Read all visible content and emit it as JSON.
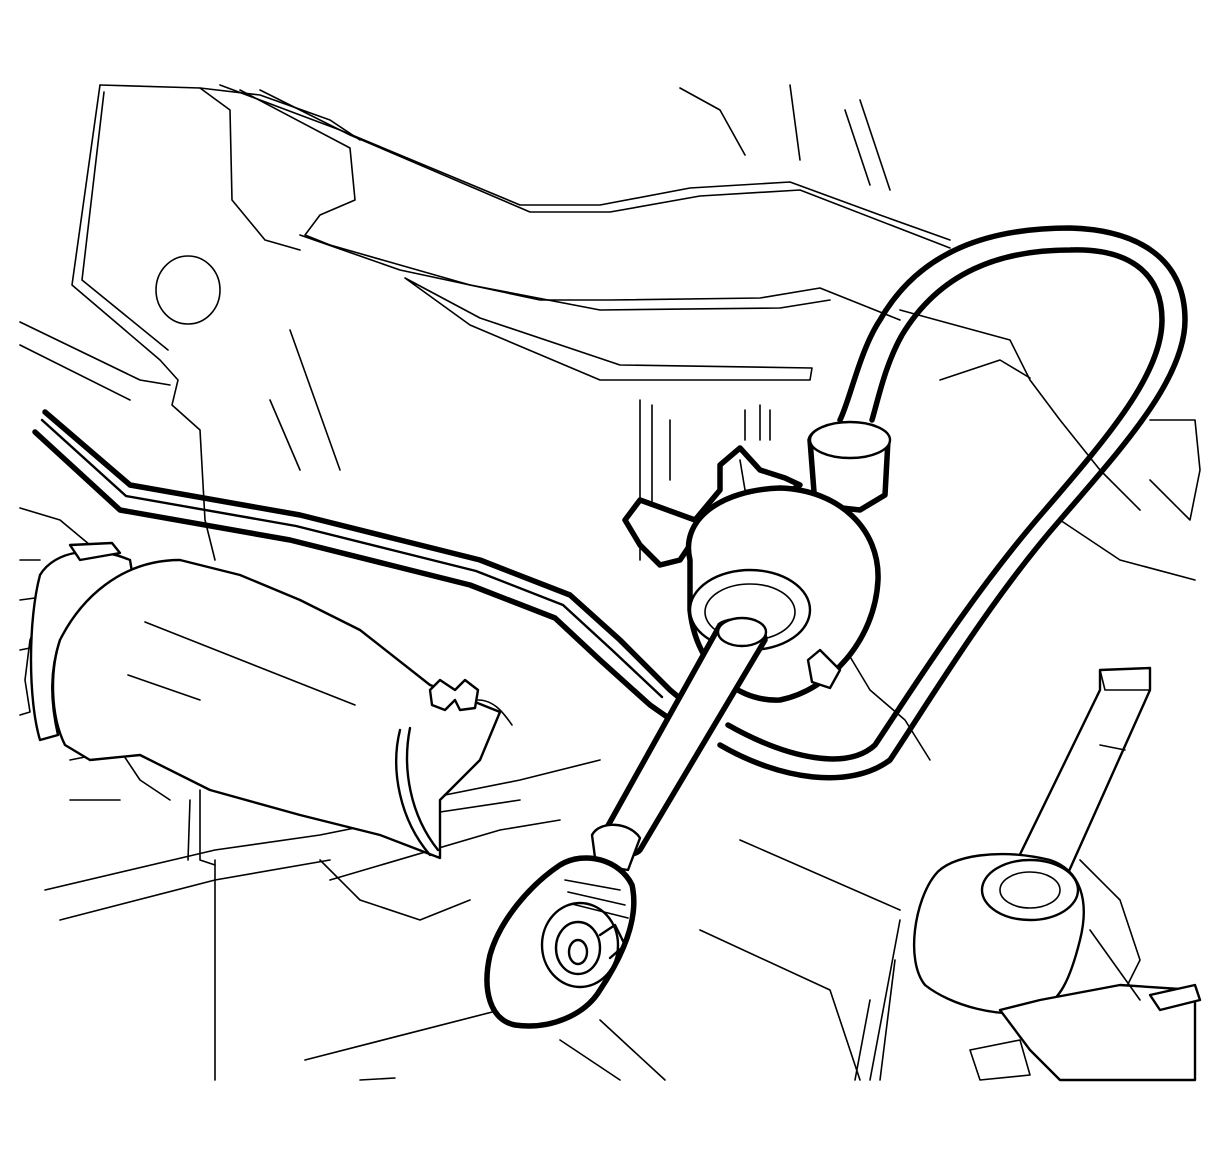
{
  "figure": {
    "colors": {
      "background": "#ffffff",
      "line": "#000000",
      "highlight_outline": "#000000"
    },
    "highlighted_parts": [
      "cable-loop",
      "cable-end-fitting",
      "clip-bracket",
      "socket-end"
    ]
  }
}
